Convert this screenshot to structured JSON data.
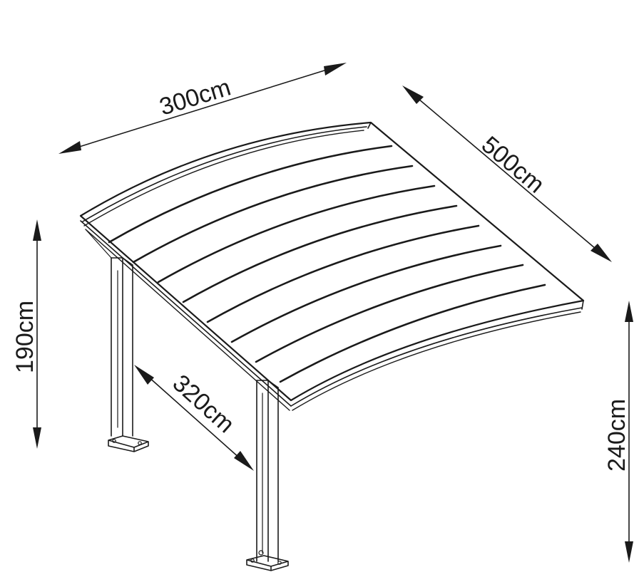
{
  "dimensions": {
    "width_top": "300cm",
    "depth": "500cm",
    "height_low": "190cm",
    "height_high": "240cm",
    "post_spacing": "320cm"
  }
}
